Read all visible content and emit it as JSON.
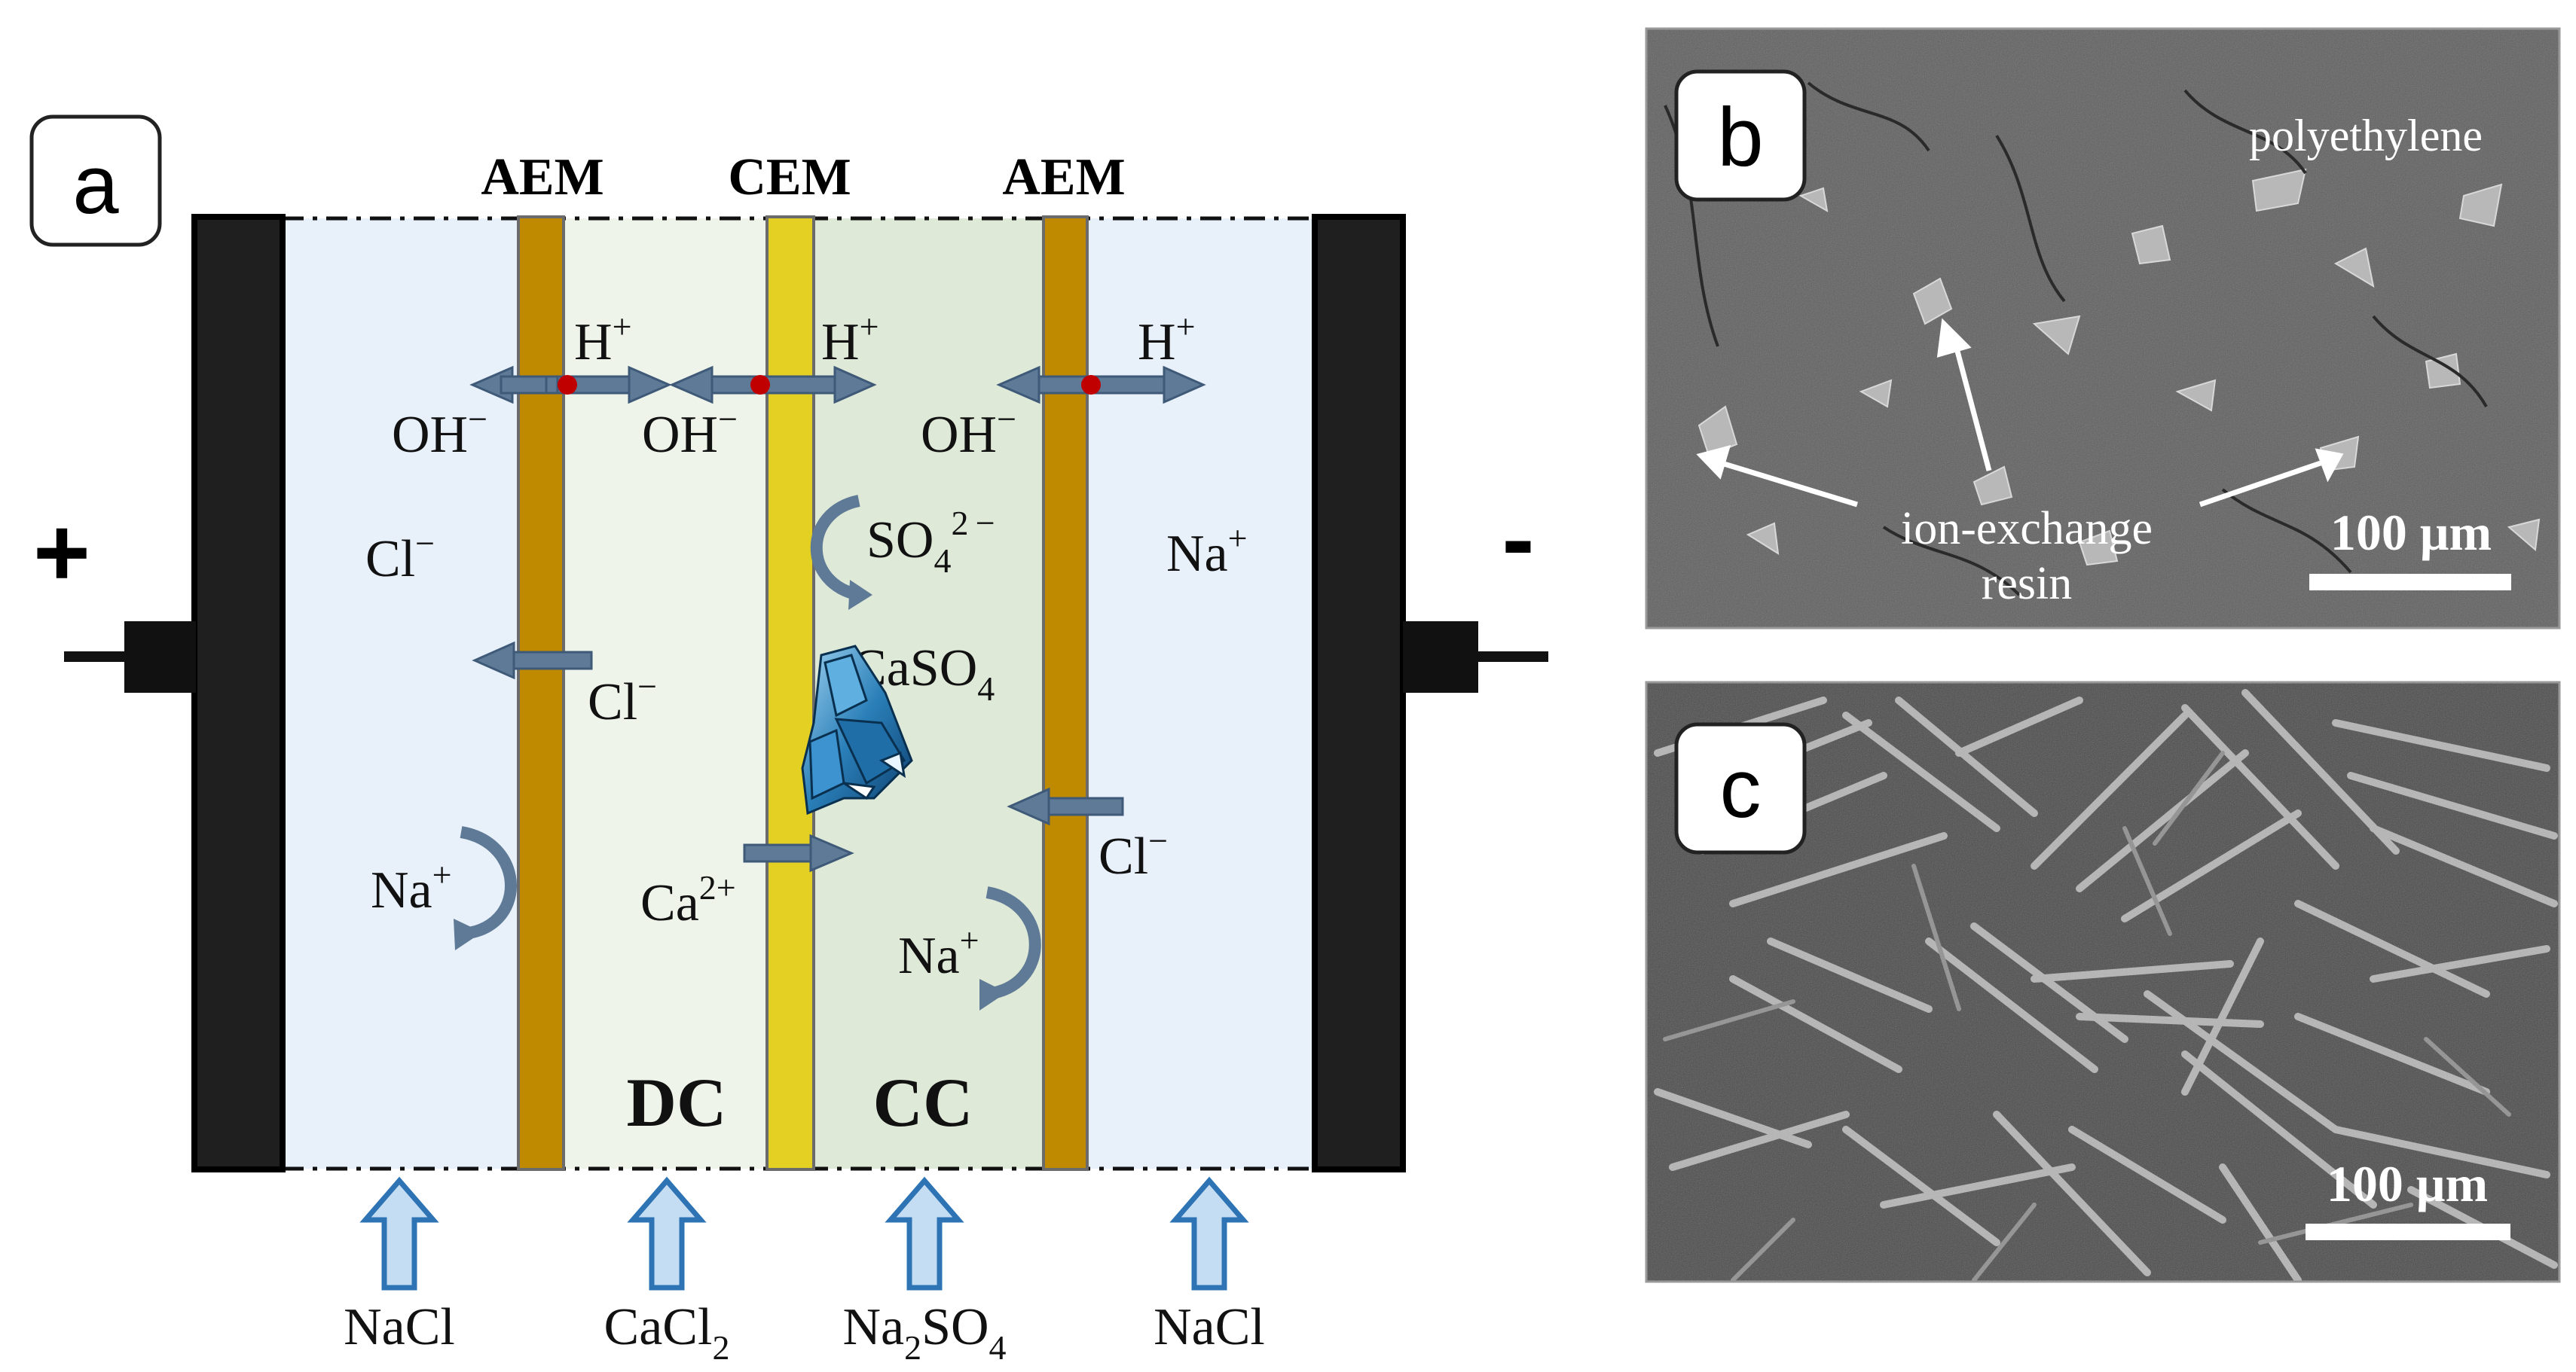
{
  "panel_a": {
    "label": "a",
    "membranes": {
      "aem_left": "AEM",
      "cem": "CEM",
      "aem_right": "AEM"
    },
    "electrodes": {
      "anode_sign": "+",
      "cathode_sign": "-"
    },
    "ions": {
      "h1": "H",
      "h1_sup": "+",
      "h2": "H",
      "h2_sup": "+",
      "h3": "H",
      "h3_sup": "+",
      "oh1": "OH",
      "oh1_sup": "−",
      "oh2": "OH",
      "oh2_sup": "−",
      "oh3": "OH",
      "oh3_sup": "−",
      "cl_left": "Cl",
      "cl_left_sup": "−",
      "cl_mid": "Cl",
      "cl_mid_sup": "−",
      "cl_right": "Cl",
      "cl_right_sup": "−",
      "na_right": "Na",
      "na_right_sup": "+",
      "na_left": "Na",
      "na_left_sup": "+",
      "na_cc": "Na",
      "na_cc_sup": "+",
      "so4": "SO",
      "so4_sub": "4",
      "so4_sup": "2 −",
      "caso4": "CaSO",
      "caso4_sub": "4",
      "ca": "Ca",
      "ca_sup": "2+"
    },
    "compartments": {
      "dc": "DC",
      "cc": "CC"
    },
    "inlets": {
      "nacl_left": "NaCl",
      "cacl2": "CaCl",
      "cacl2_sub": "2",
      "na2so4_a": "Na",
      "na2so4_sub1": "2",
      "na2so4_b": "SO",
      "na2so4_sub2": "4",
      "nacl_right": "NaCl"
    }
  },
  "panel_b": {
    "label": "b",
    "polyethylene": "polyethylene",
    "resin_line1": "ion-exchange",
    "resin_line2": "resin",
    "scalebar": "100 μm"
  },
  "panel_c": {
    "label": "c",
    "scalebar": "100 μm"
  },
  "colors": {
    "electrode": "#1f1f1f",
    "aem": "#c08a00",
    "cem": "#e4d022",
    "outer_solution": "#e8f0fa",
    "dc_solution": "#eef4ea",
    "cc_solution": "#dfe9d8",
    "arrow": "#5f7a96",
    "junction": "#c00000",
    "inlet_arrow": "#2e74b5",
    "crystal": "#2a7fb8"
  }
}
